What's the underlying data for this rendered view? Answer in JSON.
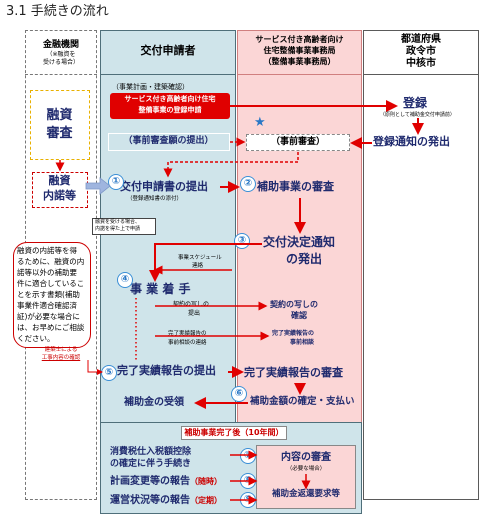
{
  "page": {
    "section_title": "3.1 手続きの流れ"
  },
  "columns": {
    "finance": {
      "title": "金融機関",
      "note1": "（※融資を",
      "note2": "受ける場合）"
    },
    "applicant": {
      "title": "交付申請者"
    },
    "bureau": {
      "title1": "サービス付き高齢者向け",
      "title2": "住宅整備事業事務局",
      "title3": "（整備事業事務局）"
    },
    "pref": {
      "title1": "都道府県",
      "title2": "政令市",
      "title3": "中核市"
    }
  },
  "finance": {
    "review": {
      "line1": "融資",
      "line2": "審査"
    },
    "approval": {
      "line1": "融資",
      "line2": "内諾等"
    },
    "note": [
      "融資の内諾等を得",
      "るために、融資の内",
      "諾等以外の補助要",
      "件に適合しているこ",
      "とを示す書類(補助",
      "事業件適合確認済",
      "証)が必要な場合に",
      "は、お早めにご相談",
      "ください。"
    ],
    "architect_line1": "建築士による",
    "architect_line2": "工事内容の確認"
  },
  "flow": {
    "pre_label": "（事業計画・建築確認）",
    "registration_apply": {
      "line1": "サービス付き高齢者向け住宅",
      "line2": "整備事業の登録申請"
    },
    "registration": "登録",
    "registration_note": "（原則として補助金交付申請前）",
    "registration_notice": "登録通知の発出",
    "pre_review_submit": "（事前審査願の提出）",
    "pre_review": "（事前審査）",
    "app_submit": "交付申請書の提出",
    "app_submit_note": "（登録通知書の添付）",
    "finance_submit_note1": "融資を受ける場合、",
    "finance_submit_note2": "内諾を得た上で申請",
    "subsidy_review": "補助事業の審査",
    "decision": {
      "line1": "交付決定通知",
      "line2": "の発出"
    },
    "schedule": {
      "line1": "事業スケジュール",
      "line2": "連絡"
    },
    "start": "事 業 着 手",
    "contract_submit": {
      "line1": "契約の写しの",
      "line2": "提出"
    },
    "contract_confirm": {
      "line1": "契約の写しの",
      "line2": "確認"
    },
    "pre_consult_contact": {
      "line1": "完了実績報告の",
      "line2": "事前相談の連絡"
    },
    "pre_consult": {
      "line1": "完了実績報告の",
      "line2": "事前相談"
    },
    "completion_submit": "完了実績報告の提出",
    "completion_review": "完了実績報告の審査",
    "receipt": "補助金の受領",
    "payment": "補助金額の確定・支払い"
  },
  "post": {
    "title": "補助事業完了後（10年間）",
    "tax_line1": "消費税仕入税額控除",
    "tax_line2": "の確定に伴う手続き",
    "plan_change": "計画変更等の報告",
    "plan_change_tag": "（随時）",
    "operation": "運営状況等の報告",
    "operation_tag": "（定期）",
    "content_review": "内容の審査",
    "content_note": "（必要な場合）",
    "refund": "補助金返還要求等"
  },
  "steps": [
    "①",
    "②",
    "③",
    "④",
    "⑤",
    "⑥",
    "⑦",
    "⑧",
    "⑨"
  ],
  "colors": {
    "blue_col": "#cfe4ea",
    "pink_col": "#fbd6d6",
    "red": "#e00000",
    "navy": "#1f2a6e",
    "step_blue": "#2a78c6"
  }
}
